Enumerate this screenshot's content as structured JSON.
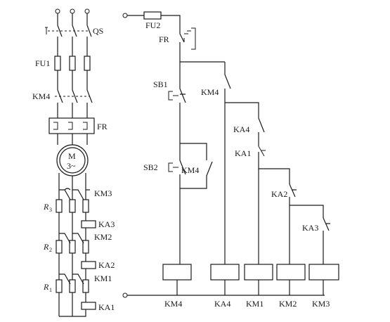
{
  "main_circuit": {
    "qs": "QS",
    "fu1": "FU1",
    "km4": "KM4",
    "fr": "FR",
    "motor": {
      "letter": "M",
      "phase": "3~"
    },
    "r3": {
      "letter": "R",
      "sub": "3"
    },
    "r2": {
      "letter": "R",
      "sub": "2"
    },
    "r1": {
      "letter": "R",
      "sub": "1"
    },
    "km3": "KM3",
    "km2": "KM2",
    "km1": "KM1",
    "ka3": "KA3",
    "ka2": "KA2",
    "ka1": "KA1"
  },
  "control_circuit": {
    "fu2": "FU2",
    "fr": "FR",
    "sb1": "SB1",
    "sb2": "SB2",
    "km4_hold": "KM4",
    "km4_branch": "KM4",
    "ka4_contact": "KA4",
    "ka1_contact": "KA1",
    "ka2_contact": "KA2",
    "ka3_contact": "KA3",
    "coils": [
      "KM4",
      "KA4",
      "KM1",
      "KM2",
      "KM3"
    ]
  }
}
